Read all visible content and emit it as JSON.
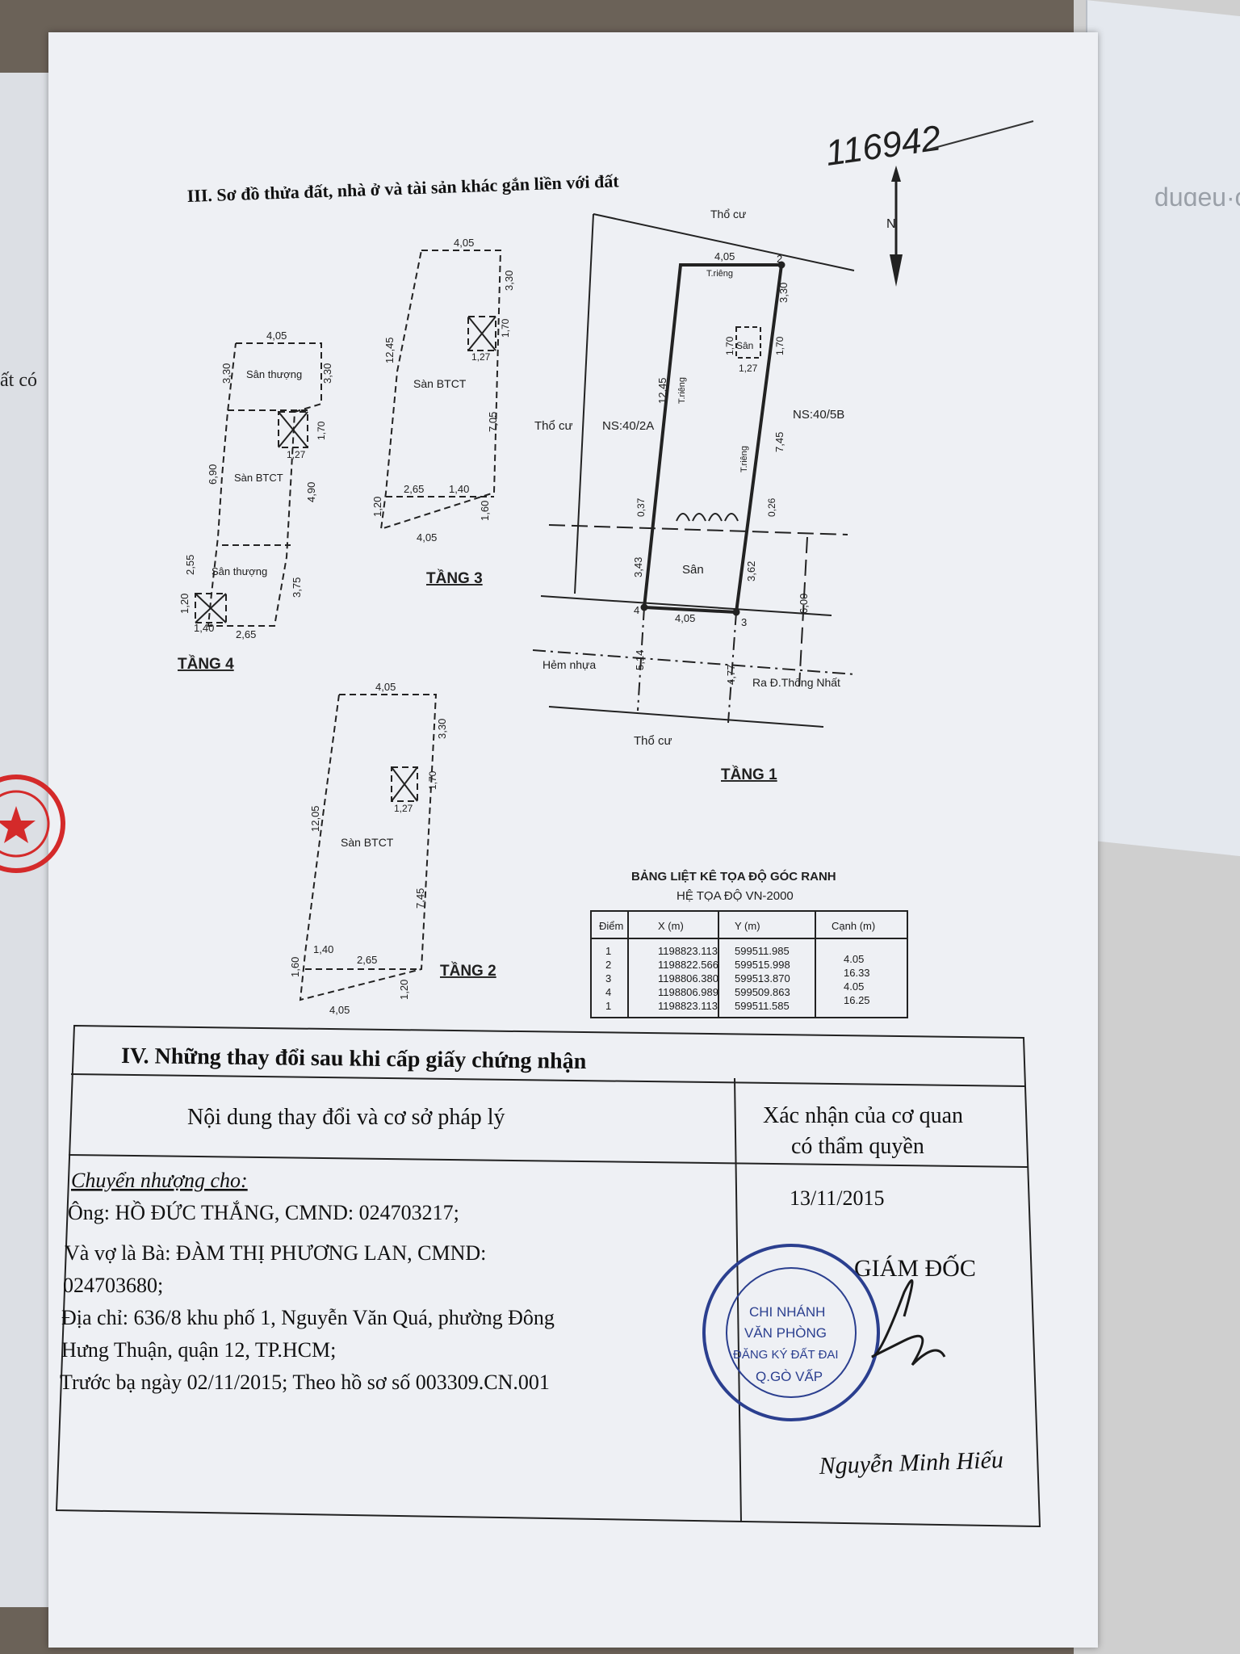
{
  "handwritten_number": "116942",
  "section3_title": "III. Sơ đồ thửa đất, nhà ở và tài sản khác gắn liền với đất",
  "left_fragment": "ất có",
  "north_arrow": "N",
  "floor4": {
    "label": "TẦNG 4",
    "width_top": "4,05",
    "left_top": "3,30",
    "right_top": "3,30",
    "room_top": "Sân thượng",
    "stair_w": "1,27",
    "stair_h": "1,70",
    "room_mid": "Sàn BTCT",
    "left_mid": "6,90",
    "right_mid": "4,90",
    "left_low": "2,55",
    "room_low": "Sân thượng",
    "right_low": "3,75",
    "left_bot": "1,20",
    "bot_a": "1,40",
    "bot_b": "2,65"
  },
  "floor3": {
    "label": "TẦNG 3",
    "width_top": "4,05",
    "right_top": "3,30",
    "stair_w": "1,27",
    "stair_h": "1,70",
    "left_len": "12,45",
    "room": "Sàn BTCT",
    "right_mid": "7,05",
    "b1": "2,65",
    "b2": "1,40",
    "left_bot": "1,20",
    "right_bot": "1,60",
    "width_bot": "4,05"
  },
  "floor2": {
    "label": "TẦNG 2",
    "width_top": "4,05",
    "right_top": "3,30",
    "stair_w": "1,27",
    "stair_h": "1,70",
    "left_len": "12,05",
    "room": "Sàn BTCT",
    "right_mid": "7,45",
    "b1": "1,40",
    "b2": "2,65",
    "left_bot": "1,60",
    "right_bot": "1,20",
    "width_bot": "4,05"
  },
  "floor1": {
    "label": "TẦNG 1",
    "tho_cu_top": "Thổ cư",
    "tho_cu_left": "Thổ cư",
    "tho_cu_bottom": "Thổ cư",
    "width_top": "4,05",
    "pt2": "2",
    "pt3": "3",
    "pt4": "4",
    "t_rieng_top": "T.riêng",
    "t_rieng_left": "T.riêng",
    "t_rieng_right": "T.riêng",
    "right_top": "3,30",
    "san_small": "Sân",
    "stair_h": "1,70",
    "stair_h2": "1,70",
    "stair_w": "1,27",
    "left_len": "12,45",
    "ns_left": "NS:40/2A",
    "ns_right": "NS:40/5B",
    "right_mid": "7,45",
    "d037": "0,37",
    "d026": "0,26",
    "d343": "3,43",
    "san": "Sân",
    "d362": "3,62",
    "d600": "6,00",
    "width_bot": "4,05",
    "hem": "Hẻm nhựa",
    "d514": "5,14",
    "d477": "4,77",
    "road": "Ra Đ.Thống Nhất"
  },
  "coord_table": {
    "title": "BẢNG LIỆT KÊ TỌA ĐỘ GÓC RANH",
    "subtitle": "HỆ TỌA ĐỘ VN-2000",
    "headers": [
      "Điểm",
      "X (m)",
      "Y (m)",
      "Cạnh (m)"
    ],
    "rows": [
      [
        "1",
        "1198823.113",
        "599511.985"
      ],
      [
        "2",
        "1198822.566",
        "599515.998"
      ],
      [
        "3",
        "1198806.380",
        "599513.870"
      ],
      [
        "4",
        "1198806.989",
        "599509.863"
      ],
      [
        "1",
        "1198823.113",
        "599511.585"
      ]
    ],
    "edges": [
      "4.05",
      "16.33",
      "4.05",
      "16.25"
    ]
  },
  "section4": {
    "title": "IV. Những thay đổi sau khi cấp giấy chứng nhận",
    "col1_header": "Nội dung thay đổi và cơ sở pháp lý",
    "col2_header_l1": "Xác nhận của cơ quan",
    "col2_header_l2": "có thẩm quyền",
    "content_heading": "Chuyển nhượng cho:",
    "content_l1": "Ông: HỒ ĐỨC THẮNG, CMND: 024703217;",
    "content_l2": "Và vợ là Bà: ĐÀM THỊ PHƯƠNG LAN, CMND:",
    "content_l3": "024703680;",
    "content_l4": "Địa chỉ: 636/8 khu phố 1, Nguyễn Văn Quá, phường Đông",
    "content_l5": "Hưng Thuận, quận 12, TP.HCM;",
    "content_l6": "Trước bạ ngày 02/11/2015; Theo hồ sơ số 003309.CN.001",
    "date": "13/11/2015",
    "position": "GIÁM ĐỐC",
    "stamp_l1": "CHI NHÁNH",
    "stamp_l2": "VĂN PHÒNG",
    "stamp_l3": "ĐĂNG KÝ ĐẤT ĐAI",
    "stamp_l4": "Q.GÒ VẤP",
    "signer": "Nguyễn Minh Hiếu"
  },
  "colors": {
    "ink": "#1a1a1a",
    "stamp": "#2b3f8f",
    "red_stamp": "#d42a2a",
    "paper": "#eef0f4"
  }
}
